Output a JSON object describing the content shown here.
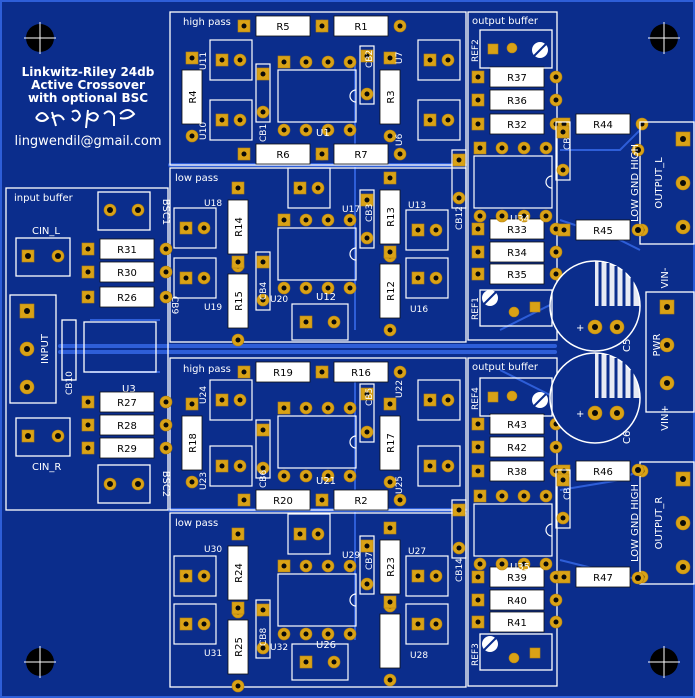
{
  "board": {
    "title_lines": [
      "Linkwitz-Riley 24db",
      "Active Crossover",
      "with optional BSC"
    ],
    "email": "lingwendil@gmail.com",
    "colors": {
      "substrate": "#0b2d8c",
      "copper": "#2e5ed8",
      "pad": "#d9a216",
      "silkscreen": "#ffffff"
    }
  },
  "sections": {
    "input_buffer": "input buffer",
    "high_pass_top": "high pass",
    "low_pass_top": "low pass",
    "high_pass_bottom": "high pass",
    "low_pass_bottom": "low pass",
    "output_buffer_top": "output buffer",
    "output_buffer_bottom": "output buffer"
  },
  "connectors": {
    "cin_l": "CIN_L",
    "cin_r": "CIN_R",
    "input": "INPUT",
    "bsc1": "BSC1",
    "bsc2": "BSC2",
    "output_l": "OUTPUT_L",
    "output_r": "OUTPUT_R",
    "low_gnd_high": "LOW GND HIGH",
    "pwr": "PWR",
    "vin_minus": "VIN-",
    "vin_plus": "VIN+",
    "ref1": "REF1",
    "ref2": "REF2",
    "ref3": "REF3",
    "ref4": "REF4"
  },
  "resistors": {
    "R1": "R1",
    "R2": "R2",
    "R3": "R3",
    "R4": "R4",
    "R5": "R5",
    "R6": "R6",
    "R7": "R7",
    "R12": "R12",
    "R13": "R13",
    "R14": "R14",
    "R15": "R15",
    "R16": "R16",
    "R17": "R17",
    "R18": "R18",
    "R19": "R19",
    "R20": "R20",
    "R23": "R23",
    "R24": "R24",
    "R25": "R25",
    "R26": "R26",
    "R27": "R27",
    "R28": "R28",
    "R29": "R29",
    "R30": "R30",
    "R31": "R31",
    "R32": "R32",
    "R33": "R33",
    "R34": "R34",
    "R35": "R35",
    "R36": "R36",
    "R37": "R37",
    "R38": "R38",
    "R39": "R39",
    "R40": "R40",
    "R41": "R41",
    "R42": "R42",
    "R43": "R43",
    "R44": "R44",
    "R45": "R45",
    "R46": "R46",
    "R47": "R47"
  },
  "ics": {
    "U1": "U1",
    "U3": "U3",
    "U6": "U6",
    "U7": "U7",
    "U10": "U10",
    "U11": "U11",
    "U12": "U12",
    "U13": "U13",
    "U16": "U16",
    "U17": "U17",
    "U18": "U18",
    "U19": "U19",
    "U20": "U20",
    "U21": "U21",
    "U22": "U22",
    "U23": "U23",
    "U24": "U24",
    "U25": "U25",
    "U26": "U26",
    "U27": "U27",
    "U28": "U28",
    "U29": "U29",
    "U30": "U30",
    "U31": "U31",
    "U32": "U32",
    "U34": "U34",
    "U35": "U35"
  },
  "caps": {
    "CB1": "CB1",
    "CB2": "CB2",
    "CB3": "CB3",
    "CB4": "CB4",
    "CB5": "CB5",
    "CB6": "CB6",
    "CB7": "CB7",
    "CB8": "CB8",
    "CB9": "CB9",
    "CB10": "CB10",
    "CB12": "CB12",
    "CB14": "CB14",
    "CB_top": "CB",
    "CB_bottom": "CB",
    "C5": "C5",
    "C6": "C6"
  }
}
